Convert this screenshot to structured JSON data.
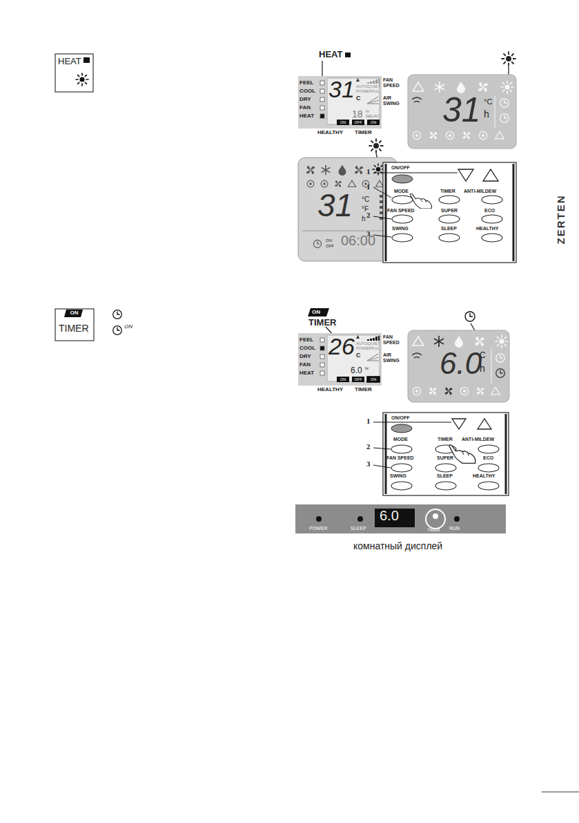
{
  "diagram": {
    "nodes": [
      {
        "text": [
          "HEAT"
        ]
      },
      {
        "text": [
          "FEEL",
          "COOL",
          "DRY",
          "FAN",
          "HEAT",
          "31",
          "C",
          "AUTOQUIET POWERFUL",
          "FAN SPEED",
          "AIR SWING",
          "18",
          "hr DELAY",
          "ON",
          "OFF",
          "ON",
          "HEALTHY",
          "TIMER"
        ]
      },
      {
        "text": [
          "31",
          "°C",
          "h"
        ]
      },
      {
        "text": [
          "31",
          "°C",
          "°F",
          "h",
          "ON",
          "OFF",
          "06:00"
        ]
      },
      {
        "text": [
          "ON/OFF",
          "MODE",
          "TIMER",
          "ANTI-MILDEW",
          "FAN SPEED",
          "SUPER",
          "ECO",
          "SWING",
          "SLEEP",
          "HEALTHY"
        ]
      },
      {
        "text": [
          "ON",
          "TIMER"
        ]
      },
      {
        "text": [
          "FEEL",
          "COOL",
          "DRY",
          "FAN",
          "HEAT",
          "26",
          "C",
          "AUTOQUIET POWERFUL",
          "FAN SPEED",
          "AIR SWING",
          "6.0",
          "hr",
          "ON",
          "OFF",
          "ON",
          "HEALTHY",
          "TIMER"
        ]
      },
      {
        "text": [
          "6.0",
          "C",
          "h"
        ]
      },
      {
        "text": [
          "ON/OFF",
          "MODE",
          "TIMER",
          "ANTI-MILDEW",
          "FAN SPEED",
          "SUPER",
          "ECO",
          "SWING",
          "SLEEP",
          "HEALTHY"
        ]
      },
      {
        "text": [
          "6.0",
          "POWER",
          "SLEEP",
          "TIMER",
          "RUN"
        ]
      }
    ],
    "labels": [
      "HEAT",
      "1",
      "1",
      "2",
      "3",
      "ZERTEN",
      "ON",
      "ON",
      "TIMER",
      "1",
      "2",
      "3",
      "комнатный дисплей"
    ]
  }
}
